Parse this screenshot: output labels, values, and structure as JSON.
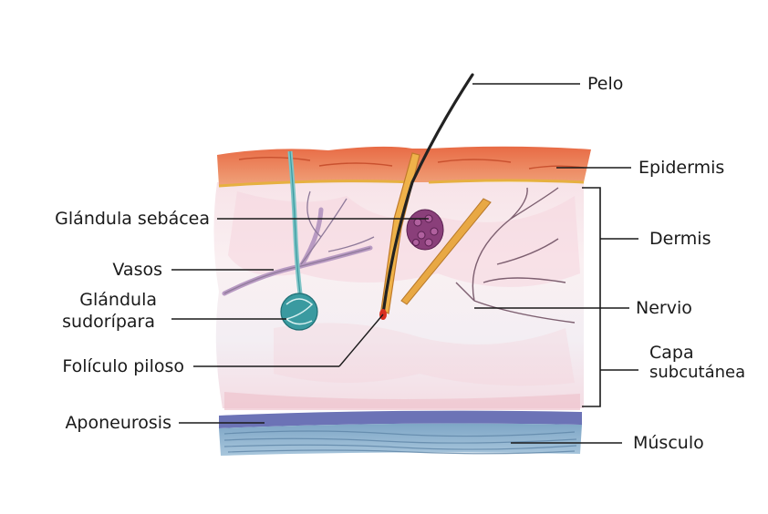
{
  "labels": {
    "pelo": "Pelo",
    "epidermis": "Epidermis",
    "dermis": "Dermis",
    "nervio": "Nervio",
    "capa_line1": "Capa",
    "capa_line2": "subcutánea",
    "musculo": "Músculo",
    "glandula_sebacea": "Glándula sebácea",
    "vasos": "Vasos",
    "glandula_sud_line1": "Glándula",
    "glandula_sud_line2": "sudorípara",
    "foliculo": "Folículo piloso",
    "aponeurosis": "Aponeurosis"
  },
  "colors": {
    "epidermis": "#e8885e",
    "epidermis_dark": "#d4603c",
    "dermis_tint": "#f6dfe4",
    "subcutaneous": "#f1f1f6",
    "fascia": "#6b72b8",
    "muscle": "#8fb3cf",
    "sweat_gland": "#3a9aa0",
    "sebaceous": "#7a3a6a",
    "vessels": "#b89ac0",
    "hair": "#2a2a2a",
    "follicle": "#e6a54a",
    "nerve": "#7a5a6a"
  }
}
